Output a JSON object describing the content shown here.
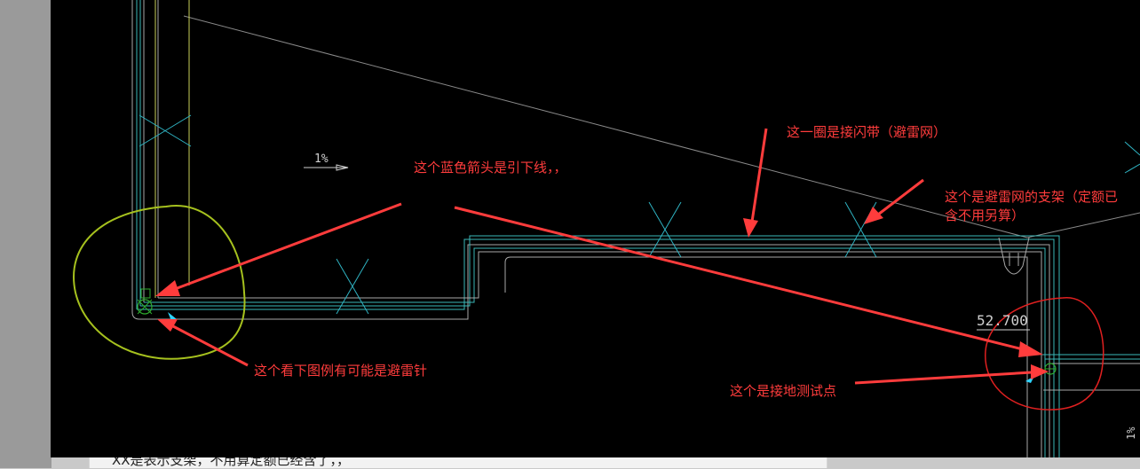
{
  "document": {
    "bottom_text": "XX是表示支架，不用算定额已经含了，，"
  },
  "cad": {
    "slope_label": "1%",
    "elevation_label": "52.700",
    "corner_label": "1%"
  },
  "annotations": {
    "blue_arrow": "这个蓝色箭头是引下线，，",
    "loop_band": "这一圈是接闪带（避雷网）",
    "support_line1": "这个是避雷网的支架（定额已",
    "support_line2": "含不用另算）",
    "rod": "这个看下图例有可能是避雷针",
    "ground_test": "这个是接地测试点"
  },
  "colors": {
    "annotation_red": "#ff3c3c",
    "cad_background": "#000000",
    "line_cyan": "#3ab8b8",
    "line_grey": "#a9a9a9",
    "line_yellow": "#c8d05a",
    "circle_yellow": "#a6c11e",
    "circle_red": "#e02020"
  }
}
